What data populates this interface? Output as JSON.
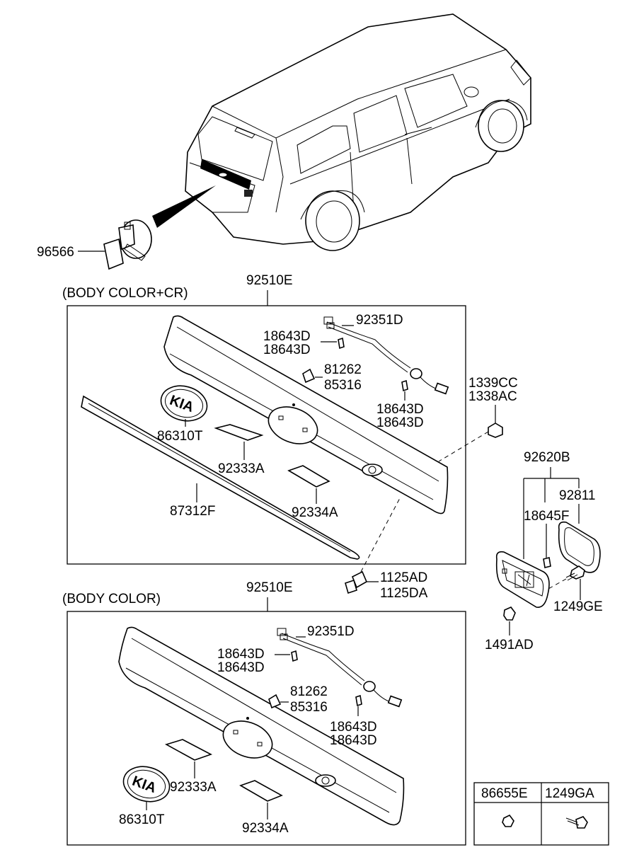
{
  "labels": {
    "p96566": "96566",
    "p92510E_top": "92510E",
    "sec_top": "(BODY COLOR+CR)",
    "p92351D_top": "92351D",
    "p18643D_a1": "18643D",
    "p18643D_a2": "18643D",
    "p81262_top": "81262",
    "p85316_top": "85316",
    "p18643D_b1": "18643D",
    "p18643D_b2": "18643D",
    "p86310T_top": "86310T",
    "p92333A_top": "92333A",
    "p92334A_top": "92334A",
    "p87312F": "87312F",
    "p1339CC": "1339CC",
    "p1338AC": "1338AC",
    "p92620B": "92620B",
    "p92811": "92811",
    "p18645F": "18645F",
    "p1125AD": "1125AD",
    "p1125DA": "1125DA",
    "p1249GE": "1249GE",
    "p1491AD": "1491AD",
    "p92510E_bot": "92510E",
    "sec_bot": "(BODY COLOR)",
    "p92351D_bot": "92351D",
    "p18643D_c1": "18643D",
    "p18643D_c2": "18643D",
    "p81262_bot": "81262",
    "p85316_bot": "85316",
    "p18643D_d1": "18643D",
    "p18643D_d2": "18643D",
    "p92333A_bot": "92333A",
    "p86310T_bot": "86310T",
    "p92334A_bot": "92334A"
  },
  "legend_table": {
    "col1": "86655E",
    "col2": "1249GA"
  },
  "emblem_text": "KIA"
}
